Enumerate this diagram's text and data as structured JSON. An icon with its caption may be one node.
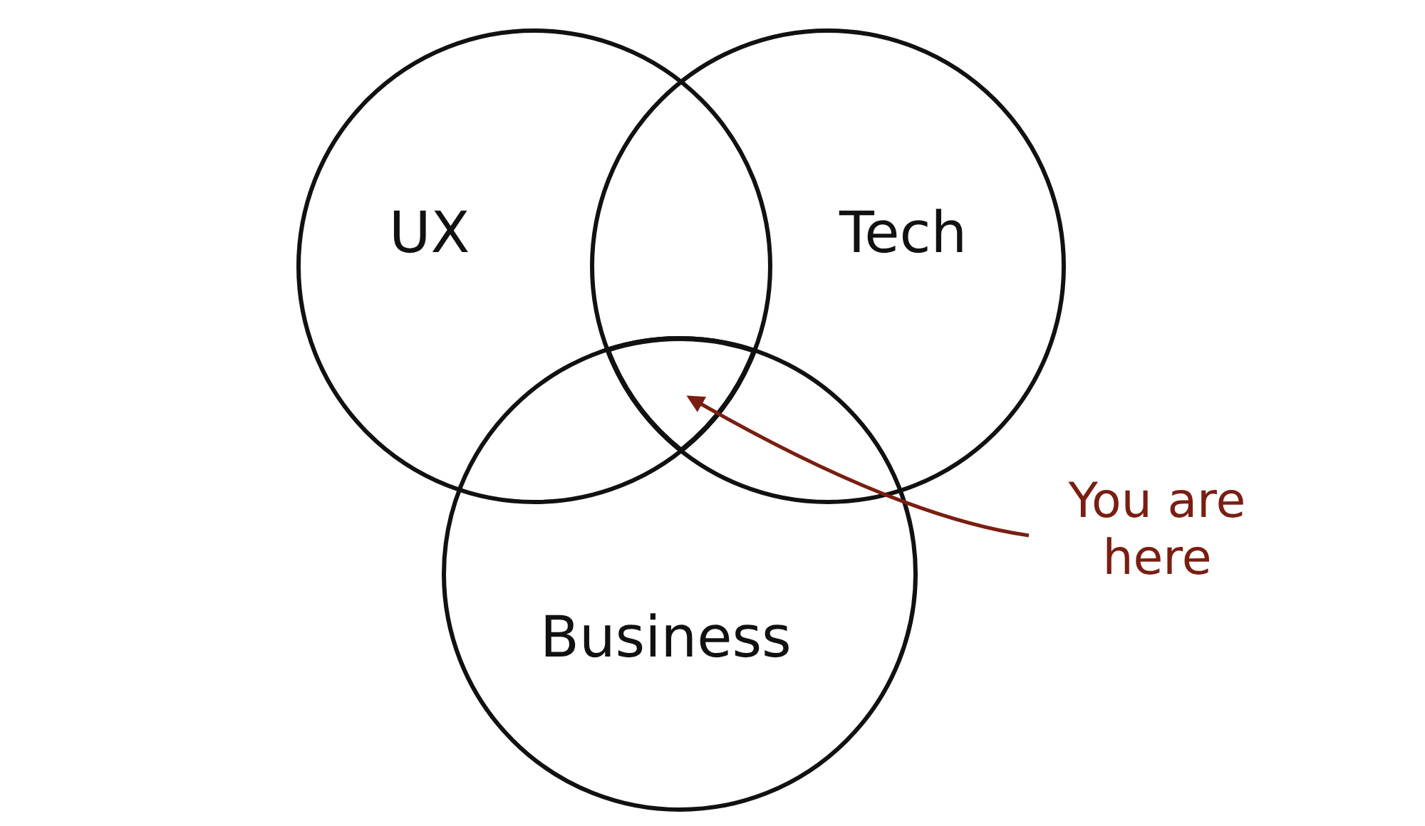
{
  "diagram": {
    "nodes": [
      {
        "text": [
          "UX"
        ]
      },
      {
        "text": [
          "Tech"
        ]
      },
      {
        "text": [
          "Business"
        ]
      },
      {
        "text": [
          "You are here"
        ]
      },
      {
        "text": [],
        "shape": "region"
      }
    ],
    "edges": [
      {
        "from": 3,
        "to": 4,
        "arrow": "to",
        "color": "#7a1e12"
      }
    ]
  }
}
